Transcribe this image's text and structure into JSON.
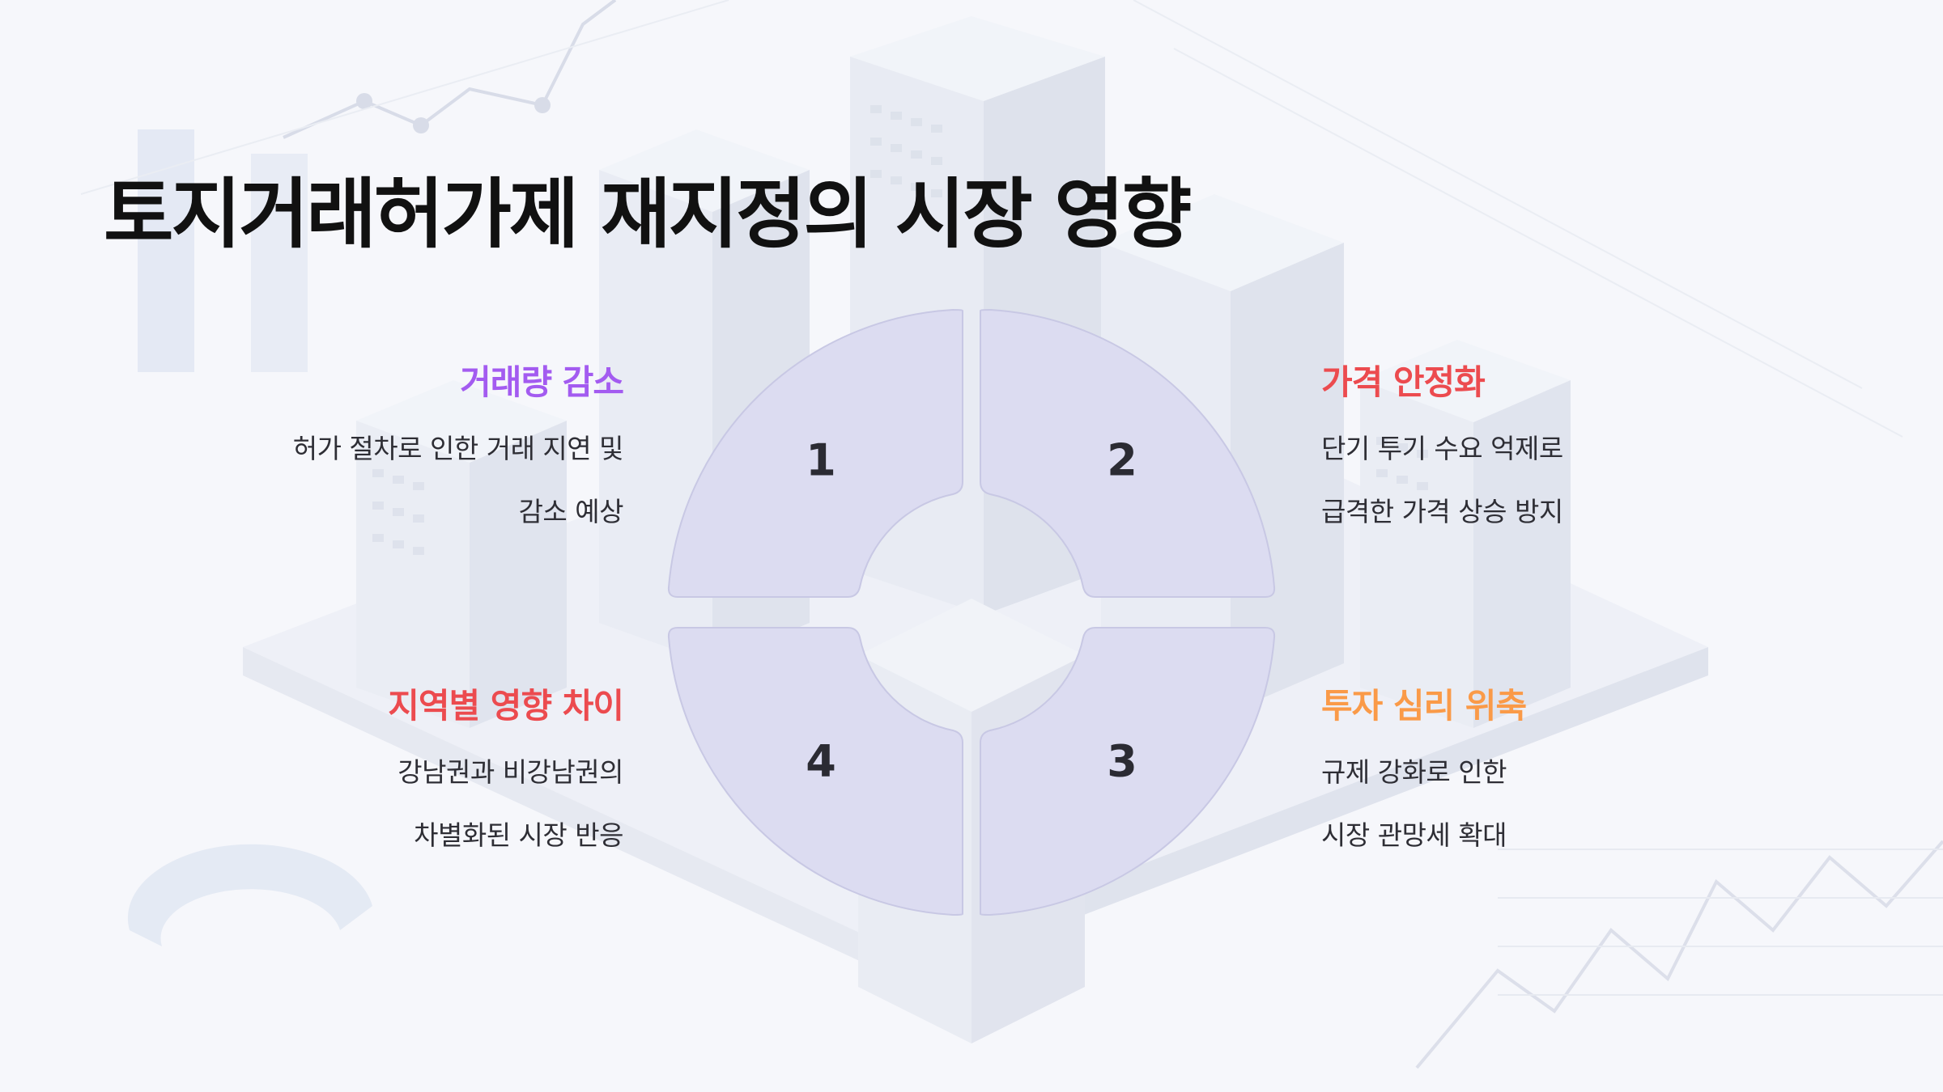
{
  "title": "토지거래허가제 재지정의 시장 영향",
  "segments": [
    {
      "number": "1",
      "heading": "거래량 감소",
      "lines": [
        "허가 절차로 인한 거래 지연 및",
        "감소 예상"
      ],
      "color": "#a35bf0"
    },
    {
      "number": "2",
      "heading": "가격 안정화",
      "lines": [
        "단기 투기 수요 억제로",
        "급격한 가격 상승 방지"
      ],
      "color": "#ec4b4f"
    },
    {
      "number": "3",
      "heading": "투자 심리 위축",
      "lines": [
        "규제 강화로 인한",
        "시장 관망세 확대"
      ],
      "color": "#fa9a48"
    },
    {
      "number": "4",
      "heading": "지역별 영향 차이",
      "lines": [
        "강남권과 비강남권의",
        "차별화된 시장 반응"
      ],
      "color": "#ec4b4f"
    }
  ],
  "colors": {
    "segment_fill": "#dcdcf1",
    "segment_stroke": "#c8c8e4"
  }
}
